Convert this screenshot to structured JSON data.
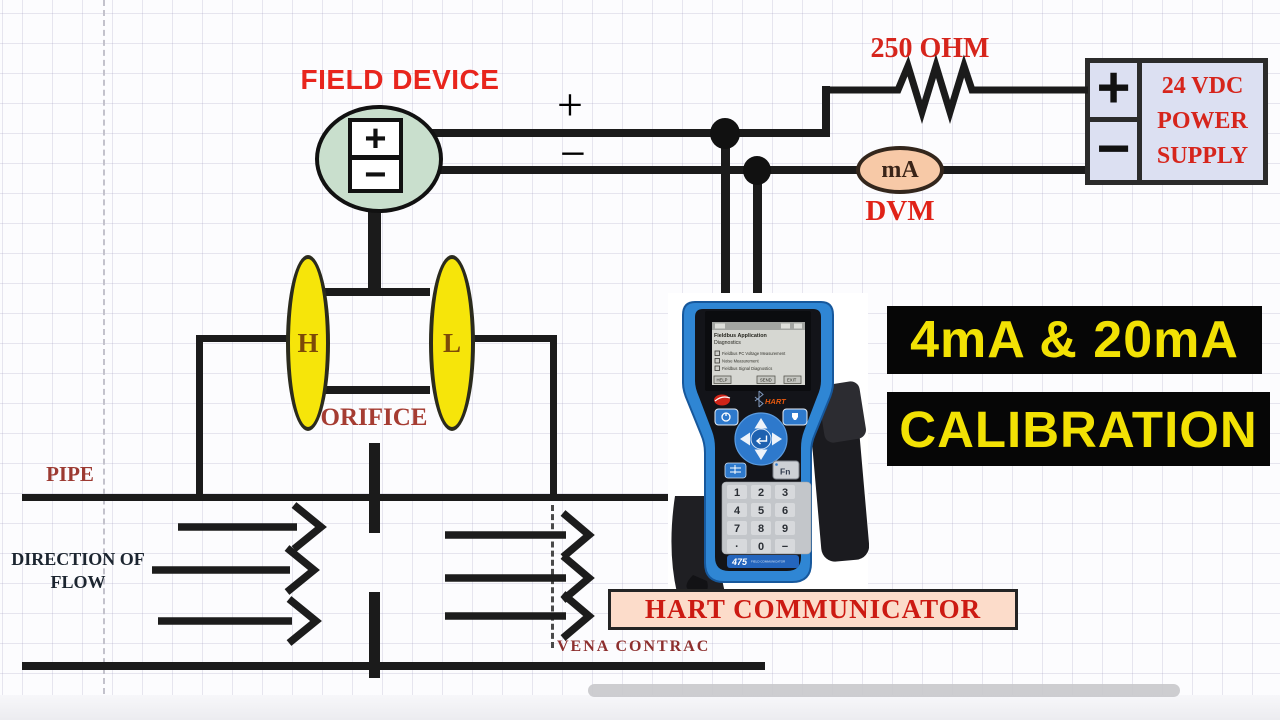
{
  "header": {
    "field_device": "FIELD DEVICE"
  },
  "circuit": {
    "resistor_label": "250 OHM",
    "wire_plus": "+",
    "wire_minus": "−",
    "terminal_plus": "+",
    "terminal_minus": "−",
    "power_supply": {
      "plus": "+",
      "minus": "−",
      "line1": "24 VDC",
      "line2": "POWER",
      "line3": "SUPPLY"
    },
    "meter": {
      "unit": "mA",
      "label": "DVM"
    }
  },
  "process": {
    "pipe": "PIPE",
    "orifice": "ORIFICE",
    "tap_high": "H",
    "tap_low": "L",
    "direction_line1": "DIRECTION OF",
    "direction_line2": "FLOW",
    "vena": "VENA CONTRAC"
  },
  "communicator": {
    "label": "HART COMMUNICATOR",
    "brand": "HART",
    "model": "475",
    "model_caption": "FIELD COMMUNICATOR",
    "fn_key": "Fn",
    "screen": {
      "title": "Fieldbus Application",
      "subtitle": "Diagnostics",
      "items": [
        "Fieldbus PC Voltage Measurement",
        "Noise Measurement",
        "Fieldbus Signal Diagnostics"
      ],
      "footer": [
        "HELP",
        "SEND",
        "EXIT"
      ]
    },
    "keys": [
      [
        "1",
        "2",
        "3"
      ],
      [
        "4",
        "5",
        "6"
      ],
      [
        "7",
        "8",
        "9"
      ],
      [
        "·",
        "0",
        "−"
      ]
    ]
  },
  "banners": {
    "line1": "4mA & 20mA",
    "line2": "CALIBRATION"
  },
  "colors": {
    "accent_red": "#d6251c",
    "banner_yellow": "#f2e104",
    "device_blue": "#2f86d4",
    "orifice_yellow": "#f6e50a",
    "field_device_green": "#c9dfcd",
    "meter_peach": "#f7c9a7",
    "supply_lavender": "#dce0f2",
    "label_pink": "#fcdcca"
  }
}
